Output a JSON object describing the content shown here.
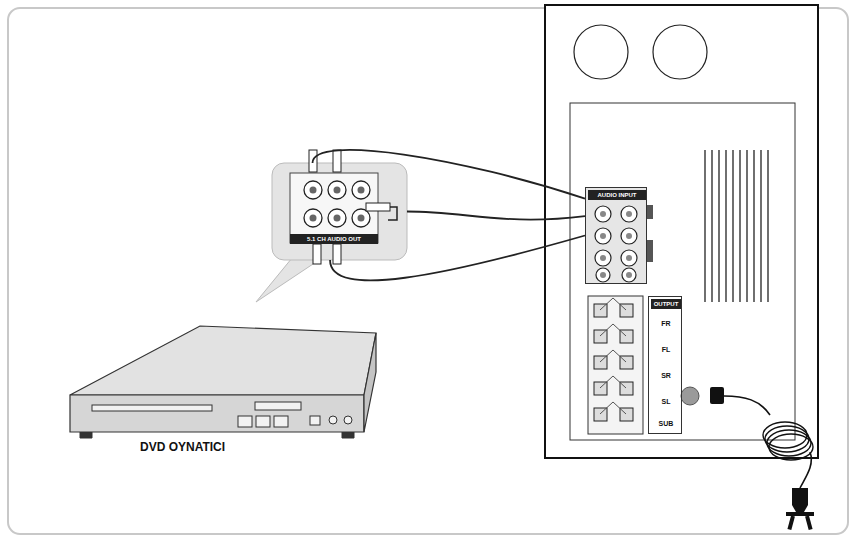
{
  "diagram": {
    "nodes": [
      {
        "text": [
          "5.1 CH AUDIO OUT"
        ]
      },
      {
        "text": [
          "AUDIO INPUT"
        ]
      },
      {
        "text": [
          "OUTPUT",
          "FR",
          "FL",
          "SR",
          "SL",
          "SUB"
        ]
      }
    ],
    "edges": [
      {
        "from": 0,
        "to": 1,
        "arrow": "none"
      },
      {
        "from": 0,
        "to": 1,
        "arrow": "none"
      },
      {
        "from": 0,
        "to": 1,
        "arrow": "none"
      }
    ],
    "labels": [
      "DVD OYNATICI"
    ]
  }
}
